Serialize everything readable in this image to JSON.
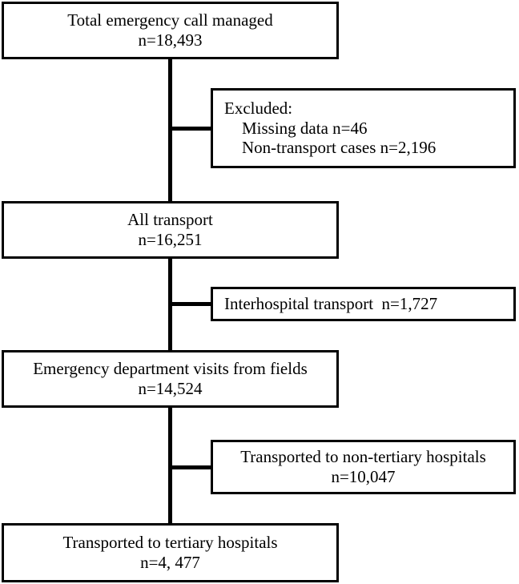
{
  "figure": {
    "type": "flowchart",
    "orientation": "vertical",
    "colors": {
      "stroke": "#000000",
      "background": "#ffffff",
      "text": "#000000"
    },
    "nodes": [
      {
        "id": "total-emergency-calls",
        "kind": "trunk",
        "lines": [
          "Total emergency call managed",
          "n=18,493"
        ],
        "title": "Total emergency call managed",
        "count_label": "n=18,493",
        "count": 18493
      },
      {
        "id": "excluded",
        "kind": "branch",
        "lines": [
          "Excluded:",
          "Missing data n=46",
          "Non-transport cases n=2,196"
        ],
        "title": "Excluded:",
        "items": [
          {
            "label": "Missing data n=46",
            "count": 46
          },
          {
            "label": "Non-transport cases n=2,196",
            "count": 2196
          }
        ]
      },
      {
        "id": "all-transport",
        "kind": "trunk",
        "lines": [
          "All transport",
          "n=16,251"
        ],
        "title": "All transport",
        "count_label": "n=16,251",
        "count": 16251
      },
      {
        "id": "interhospital-transport",
        "kind": "branch",
        "lines": [
          "Interhospital transport  n=1,727"
        ],
        "title": "Interhospital transport",
        "count_label": "n=1,727",
        "count": 1727
      },
      {
        "id": "ed-visits-from-fields",
        "kind": "trunk",
        "lines": [
          "Emergency department visits from fields",
          "n=14,524"
        ],
        "title": "Emergency department visits from fields",
        "count_label": "n=14,524",
        "count": 14524
      },
      {
        "id": "transported-non-tertiary",
        "kind": "branch",
        "lines": [
          "Transported to non-tertiary hospitals",
          "n=10,047"
        ],
        "title": "Transported to non-tertiary hospitals",
        "count_label": "n=10,047",
        "count": 10047
      },
      {
        "id": "transported-tertiary",
        "kind": "trunk",
        "lines": [
          "Transported to tertiary hospitals",
          "n=4, 477"
        ],
        "title": "Transported to tertiary hospitals",
        "count_label": "n=4, 477",
        "count": 4477
      }
    ]
  },
  "boxes": {
    "total": {
      "line1": "Total emergency call managed",
      "line2": "n=18,493"
    },
    "excluded": {
      "line1": "Excluded:",
      "line2": "Missing data n=46",
      "line3": "Non-transport cases n=2,196"
    },
    "all_transport": {
      "line1": "All transport",
      "line2": "n=16,251"
    },
    "interhospital": {
      "line1": "Interhospital transport  n=1,727"
    },
    "ed_visits": {
      "line1": "Emergency department visits from fields",
      "line2": "n=14,524"
    },
    "non_tertiary": {
      "line1": "Transported to non-tertiary hospitals",
      "line2": "n=10,047"
    },
    "tertiary": {
      "line1": "Transported to tertiary hospitals",
      "line2": "n=4, 477"
    }
  }
}
